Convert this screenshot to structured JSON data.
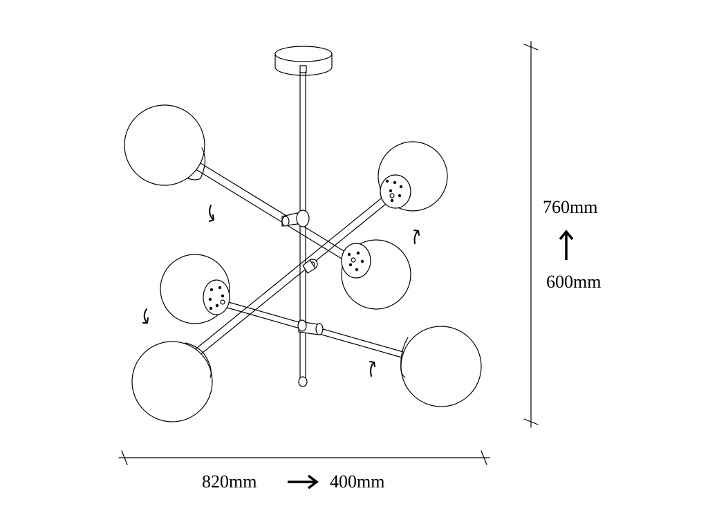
{
  "dimensions": {
    "width_min": "820mm",
    "width_max": "400mm",
    "height_max": "760mm",
    "height_min": "600mm"
  },
  "icons": {
    "rotation_hint": "rotate-arrow-icon",
    "adjust_arrow": "arrow-icon"
  }
}
